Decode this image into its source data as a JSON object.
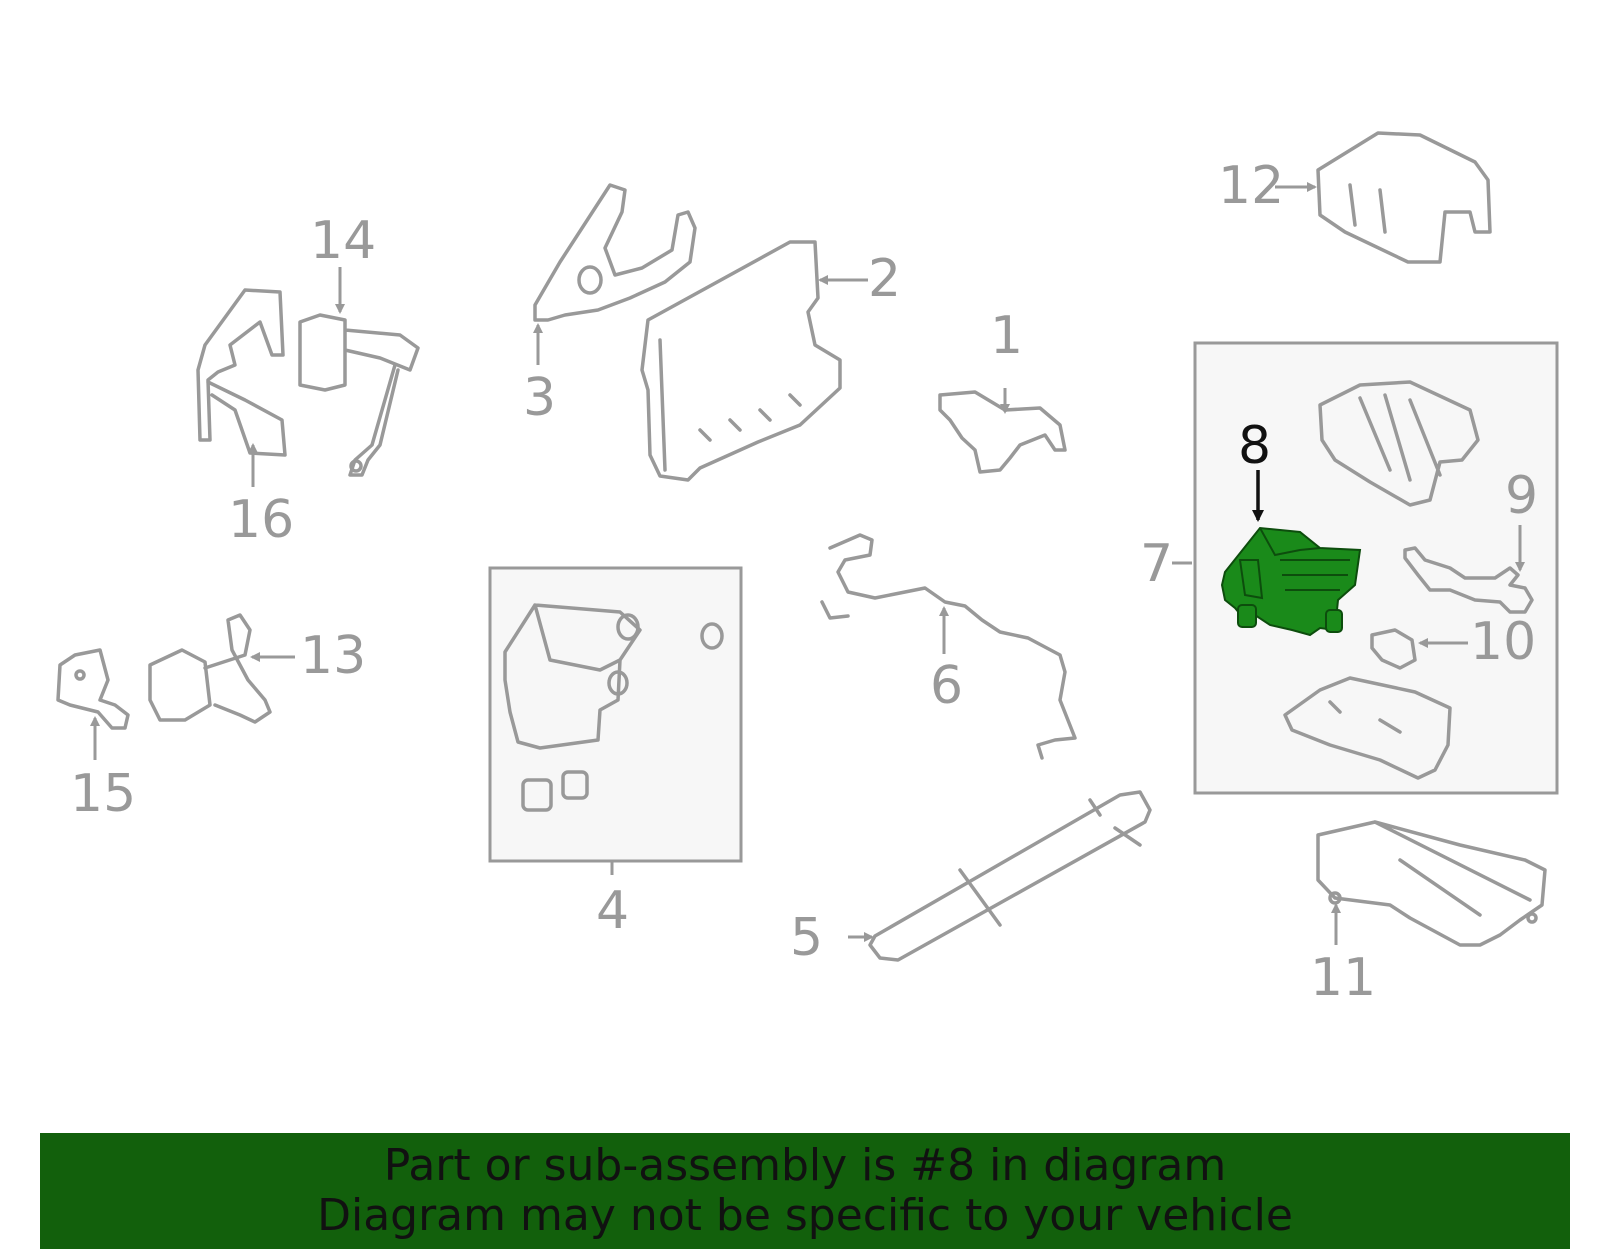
{
  "colors": {
    "line": "#999999",
    "highlight": "#1a8a1a",
    "highlight_dark": "#0d4d0d",
    "banner": "#12600c",
    "box_fill": "#f7f7f7"
  },
  "callouts": {
    "n1": "1",
    "n2": "2",
    "n3": "3",
    "n4": "4",
    "n5": "5",
    "n6": "6",
    "n7": "7",
    "n8": "8",
    "n9": "9",
    "n10": "10",
    "n11": "11",
    "n12": "12",
    "n13": "13",
    "n14": "14",
    "n15": "15",
    "n16": "16"
  },
  "highlighted_part": "8",
  "banner": {
    "line1": "Part or sub-assembly is #8 in diagram",
    "line2": "Diagram may not be specific to your vehicle"
  }
}
